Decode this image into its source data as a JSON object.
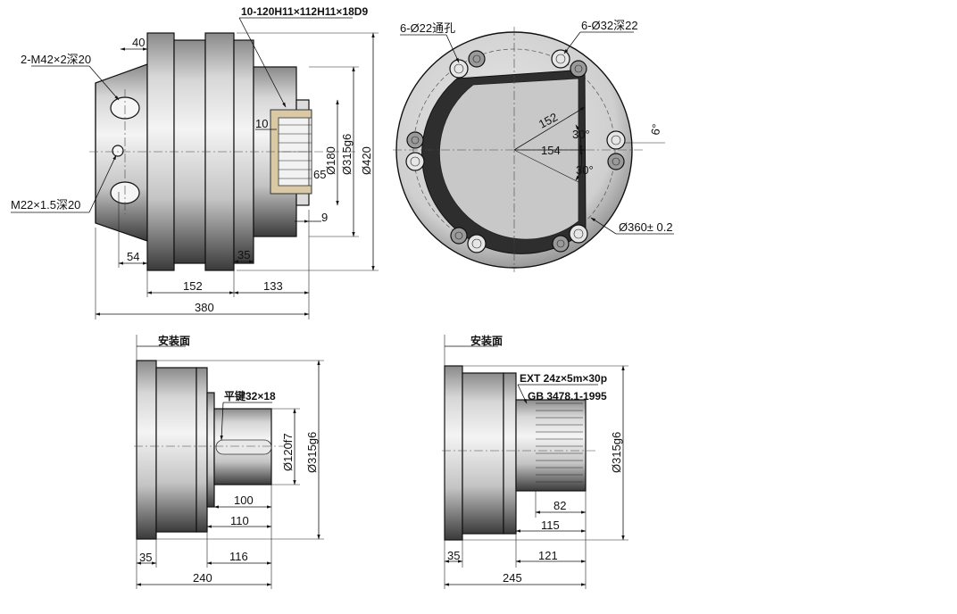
{
  "top_view": {
    "spline_spec": "10-120H11×112H11×18D9",
    "dim_40": "40",
    "thread_2": "2-M42×2深20",
    "thread_m22": "M22×1.5深20",
    "dim_10": "10",
    "dim_180": "Ø180",
    "dim_315": "Ø315g6",
    "dim_420": "Ø420",
    "dim_65": "65",
    "dim_9": "9",
    "dim_54": "54",
    "dim_35": "35",
    "dim_152": "152",
    "dim_133": "133",
    "dim_380": "380"
  },
  "front_view": {
    "holes_a": "6-Ø22通孔",
    "holes_b": "6-Ø32深22",
    "dim_152": "152",
    "dim_154": "154",
    "angle_30a": "30°",
    "angle_30b": "30°",
    "angle_6": "6°",
    "pcd": "Ø360± 0.2"
  },
  "key_view": {
    "mount_face": "安装面",
    "key_spec": "平键32×18",
    "dim_120": "Ø120f7",
    "dim_315": "Ø315g6",
    "dim_100": "100",
    "dim_110": "110",
    "dim_116": "116",
    "dim_35": "35",
    "dim_240": "240"
  },
  "spline_view": {
    "mount_face": "安装面",
    "spline_spec_1": "EXT 24z×5m×30p",
    "spline_spec_2": "GB 3478.1-1995",
    "dim_315": "Ø315g6",
    "dim_82": "82",
    "dim_115": "115",
    "dim_121": "121",
    "dim_35": "35",
    "dim_245": "245"
  }
}
